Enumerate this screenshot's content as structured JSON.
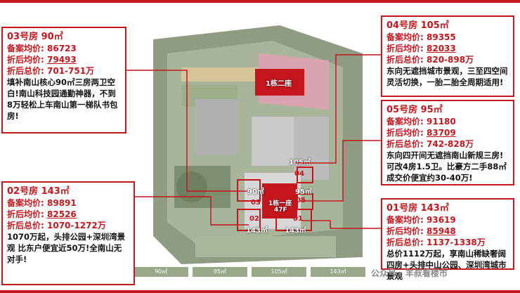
{
  "units": {
    "u03": {
      "title": "03号房 90㎡",
      "filing_label": "备案均价:",
      "filing_value": "86723",
      "discount_label": "折后均价:",
      "discount_value": "79493",
      "total_label": "折后总价:",
      "total_value": "701-751万",
      "desc": "填补南山核心90㎡三房两卫空白!南山科技园通勤神器，不到8万轻松上车南山第一梯队书包房!"
    },
    "u02": {
      "title": "02号房 143㎡",
      "filing_label": "备案均价:",
      "filing_value": "89891",
      "discount_label": "折后均价:",
      "discount_value": "82526",
      "total_label": "折后总价:",
      "total_value": "1070-1272万",
      "desc": "1070万起，头排公园+深圳湾景观 比东户便宜近50万!全南山无对手!"
    },
    "u04": {
      "title": "04号房 105㎡",
      "filing_label": "备案均价:",
      "filing_value": "89355",
      "discount_label": "折后均价:",
      "discount_value": "82033",
      "total_label": "折后总价:",
      "total_value": "820-898万",
      "desc": "东向无遮挡城市景观，三至四空间灵活切换，一胎二胎全周期适用!"
    },
    "u05": {
      "title": "05号房 95㎡",
      "filing_label": "备案均价:",
      "filing_value": "91180",
      "discount_label": "折后均价:",
      "discount_value": "83709",
      "total_label": "折后总价:",
      "total_value": "742-828万",
      "desc": "东向四开间无遮挡南山新规三房!可改4房1.5卫。比豪方二手88㎡成交价便宜约30-40万!"
    },
    "u01": {
      "title": "01号房 143㎡",
      "filing_label": "备案均价:",
      "filing_value": "93619",
      "discount_label": "折后均价:",
      "discount_value": "85948",
      "total_label": "折后总价:",
      "total_value": "1137-1338万",
      "desc": "总价1112万起，享南山稀缺奢阔四房+头排中山公园、深圳湾城市景观"
    }
  },
  "plan": {
    "tower2_label": "1栋二座",
    "tower1_label": "1栋一座",
    "tower1_floors": "47F",
    "labels": {
      "n03": "03",
      "n02": "02",
      "n01": "01",
      "n04": "04",
      "n05": "05",
      "a90": "90㎡",
      "a95": "95㎡",
      "a105": "105㎡",
      "a143l": "143㎡",
      "a143r": "143㎡"
    },
    "strip": [
      "90㎡",
      "95㎡",
      "105㎡",
      "143㎡"
    ]
  },
  "watermark": "公众号 · 羊叔看楼市",
  "colors": {
    "accent": "#c4161c",
    "plan_bg": "#8f9c82"
  }
}
